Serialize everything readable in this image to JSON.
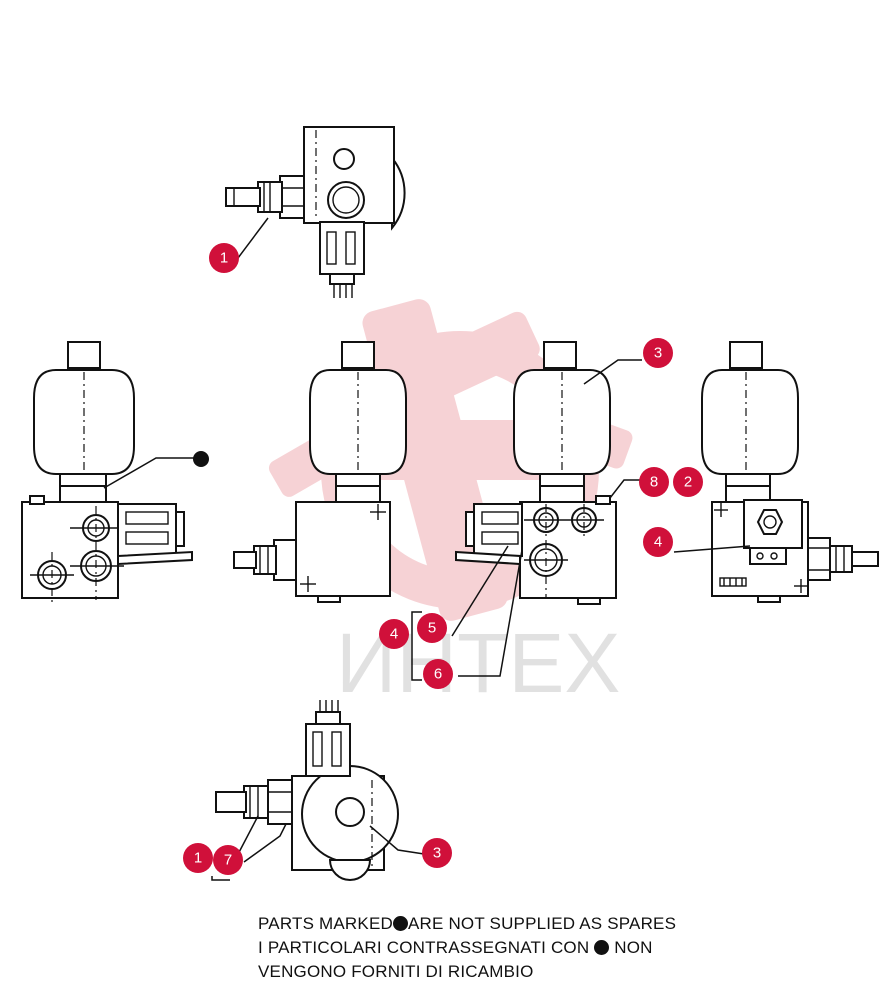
{
  "watermark": {
    "text": "ИНТЕХ",
    "color": "#f4c4c8"
  },
  "badges": {
    "b_top_1": "1",
    "b_c_3": "3",
    "b_c_8": "8",
    "b_c_2": "2",
    "b_c_4r": "4",
    "b_c_4l": "4",
    "b_c_5": "5",
    "b_c_6": "6",
    "b_bot_1": "1",
    "b_bot_7": "7",
    "b_bot_3": "3"
  },
  "notes": {
    "line1_a": "PARTS MARKED",
    "line1_b": "ARE NOT SUPPLIED AS SPARES",
    "line2_a": "I  PARTICOLARI  CONTRASSEGNATI  CON",
    "line2_b": "NON",
    "line3": "VENGONO FORNITI DI RICAMBIO"
  },
  "accent_color": "#d0103a"
}
